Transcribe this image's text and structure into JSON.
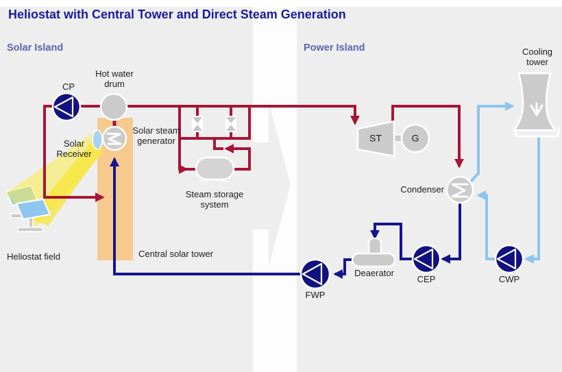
{
  "title": "Heliostat with Central Tower and Direct Steam Generation",
  "sections": {
    "solar_island": "Solar Island",
    "power_island": "Power Island"
  },
  "labels": {
    "cp": "CP",
    "hot_water_drum": "Hot water drum",
    "solar_receiver": "Solar Receiver",
    "solar_steam_generator": "Solar steam generator",
    "steam_storage_system": "Steam storage system",
    "heliostat_field": "Heliostat field",
    "central_solar_tower": "Central solar tower",
    "steam_turbine": "ST",
    "generator": "G",
    "condenser": "Condenser",
    "cooling_tower": "Cooling tower",
    "deaerator": "Deaerator",
    "cep": "CEP",
    "cwp": "CWP",
    "fwp": "FWP"
  },
  "colors": {
    "background": "#efeeee",
    "title_navy": "#1b199b",
    "island_label": "#5d63ab",
    "label_text": "#1c1c1c",
    "steam_line_red": "#a51638",
    "feedwater_line_blue": "#16168c",
    "cooling_line_blue": "#8cc5f0",
    "pump_navy": "#11117f",
    "component_gray": "#cbcbcb",
    "tank_gray": "#d4d4d4",
    "tower_orange": "#f6c98e",
    "mirror_blue": "#8ec6f0",
    "receiver_blue": "#a8d3f0",
    "beam_yellow": "#f9ec4a",
    "beam_bright": "#f7e52e"
  }
}
